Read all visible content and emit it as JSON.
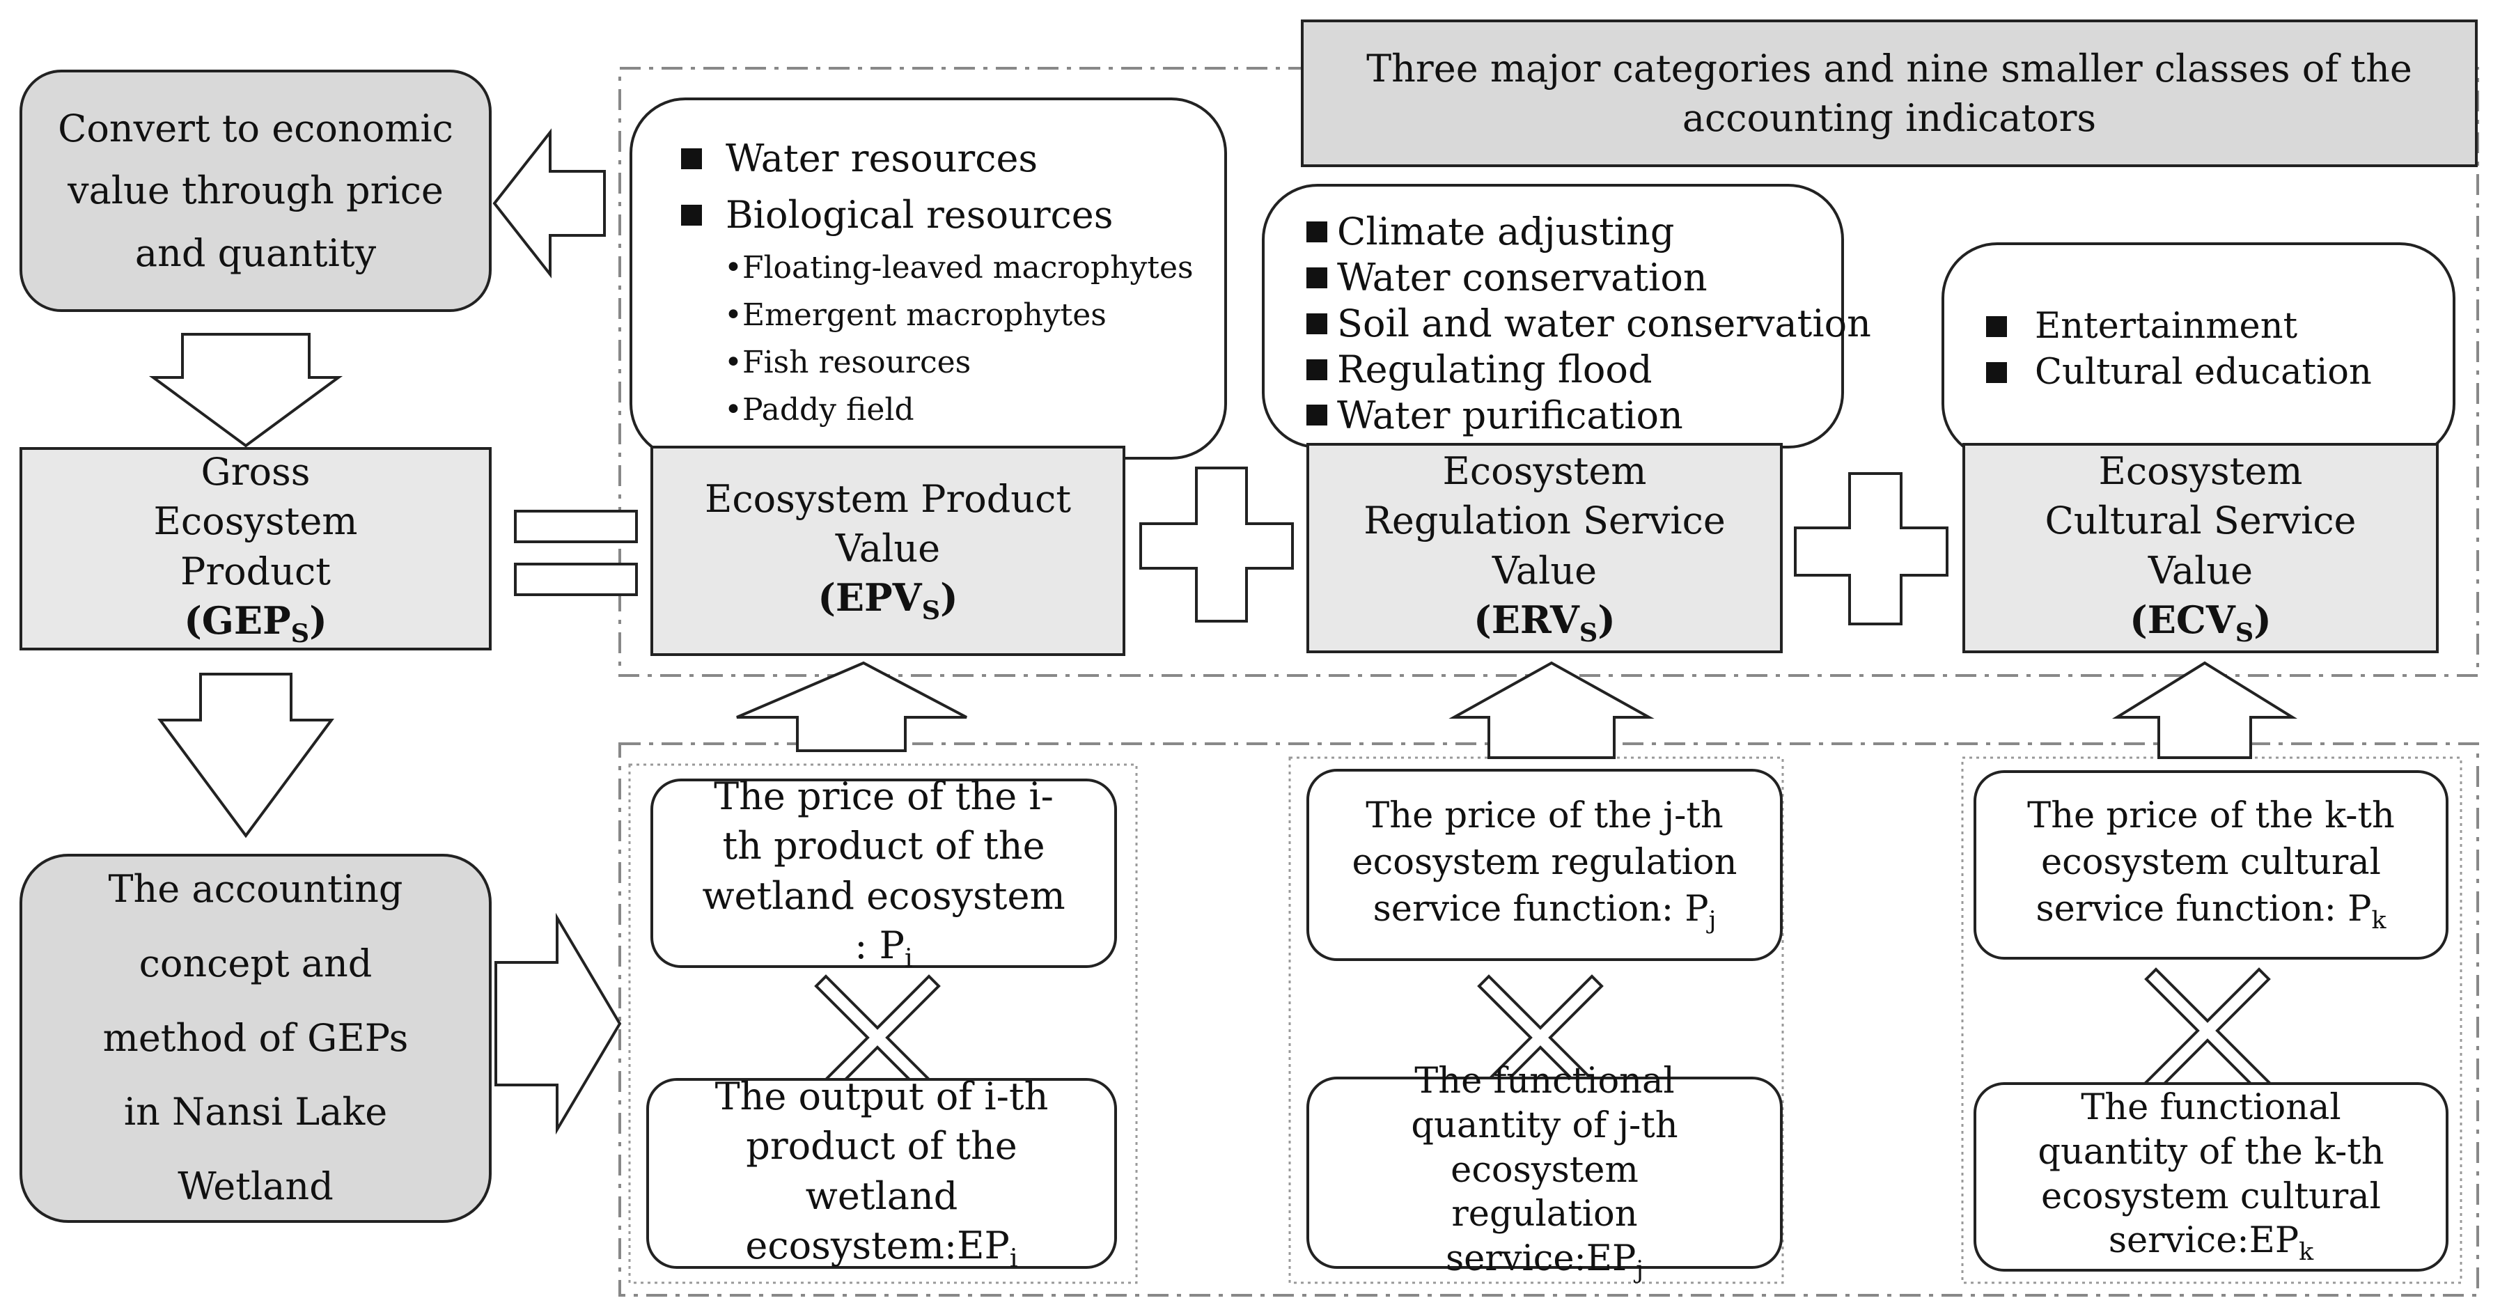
{
  "title": "Three major categories and nine smaller classes of the accounting indicators",
  "left": {
    "convert": "Convert to economic value through price and quantity",
    "gep_label": "Gross Ecosystem Product",
    "gep_symbol": "GEP",
    "gep_sub": "S",
    "method": "The accounting concept and method of GEPs in Nansi Lake Wetland"
  },
  "columns": [
    {
      "value_label": "Ecosystem Product Value",
      "symbol": "EPV",
      "symbol_sub": "S",
      "items": [
        "Water resources",
        "Biological resources"
      ],
      "subitems": [
        "•Floating-leaved macrophytes",
        "•Emergent macrophytes",
        "•Fish resources",
        "•Paddy field"
      ],
      "price_text": "The price of the i-th product of the wetland ecosystem : P",
      "price_sub": "i",
      "quantity_text": "The output of i-th product of the wetland ecosystem:EP",
      "quantity_sub": "i"
    },
    {
      "value_label": "Ecosystem Regulation Service Value",
      "symbol": "ERV",
      "symbol_sub": "S",
      "items": [
        "Climate adjusting",
        "Water conservation",
        "Soil and water conservation",
        "Regulating flood",
        "Water purification"
      ],
      "price_text": "The price of the j-th ecosystem regulation service function: P",
      "price_sub": "j",
      "quantity_text": "The functional quantity of j-th ecosystem regulation service:EP",
      "quantity_sub": "j"
    },
    {
      "value_label": "Ecosystem Cultural Service Value",
      "symbol": "ECV",
      "symbol_sub": "S",
      "items": [
        "Entertainment",
        "Cultural education"
      ],
      "price_text": "The price of the k-th ecosystem cultural service function: P",
      "price_sub": "k",
      "quantity_text": "The functional quantity of the k-th ecosystem cultural service:EP",
      "quantity_sub": "k"
    }
  ],
  "colors": {
    "stroke": "#222222",
    "dark_fill": "#d9d9d9",
    "light_fill": "#e8e8e8",
    "frame": "#888888"
  }
}
